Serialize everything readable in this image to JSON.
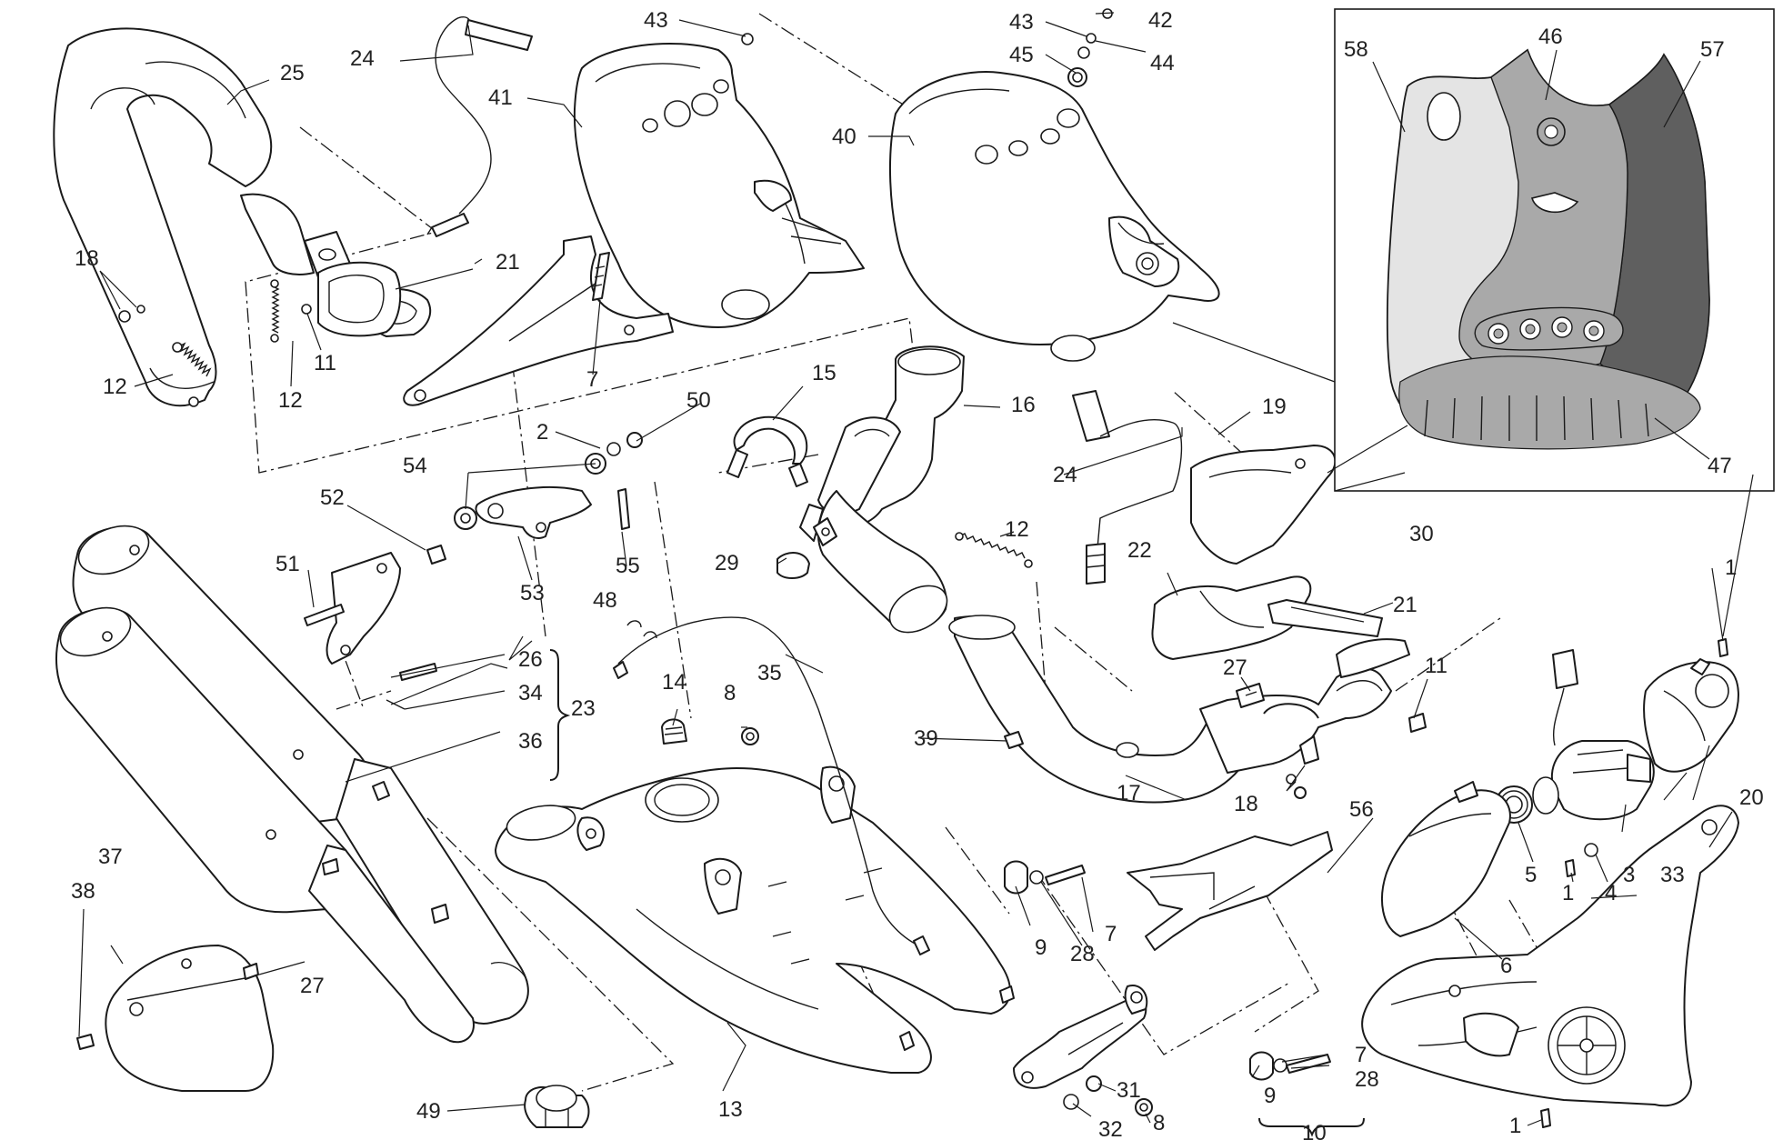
{
  "labels": {
    "l1a": "1",
    "l1b": "1",
    "l1c": "1",
    "l2": "2",
    "l3": "3",
    "l4": "4",
    "l5": "5",
    "l6": "6",
    "l7a": "7",
    "l7b": "7",
    "l7c": "7",
    "l8a": "8",
    "l8b": "8",
    "l9a": "9",
    "l9b": "9",
    "l10": "10",
    "l11a": "11",
    "l11b": "11",
    "l12a": "12",
    "l12b": "12",
    "l12c": "12",
    "l13": "13",
    "l14": "14",
    "l15": "15",
    "l16": "16",
    "l17": "17",
    "l18a": "18",
    "l18b": "18",
    "l19": "19",
    "l20": "20",
    "l21a": "21",
    "l21b": "21",
    "l22": "22",
    "l23": "23",
    "l24a": "24",
    "l24b": "24",
    "l25": "25",
    "l26": "26",
    "l27a": "27",
    "l27b": "27",
    "l28a": "28",
    "l28b": "28",
    "l29": "29",
    "l30": "30",
    "l31": "31",
    "l32": "32",
    "l33": "33",
    "l34": "34",
    "l35": "35",
    "l36": "36",
    "l37": "37",
    "l38": "38",
    "l39": "39",
    "l40": "40",
    "l41": "41",
    "l42": "42",
    "l43a": "43",
    "l43b": "43",
    "l44": "44",
    "l45": "45",
    "l46": "46",
    "l47": "47",
    "l48": "48",
    "l49": "49",
    "l50": "50",
    "l51": "51",
    "l52": "52",
    "l53": "53",
    "l54": "54",
    "l55": "55",
    "l56": "56",
    "l57": "57",
    "l58": "58"
  },
  "colors": {
    "line": "#1a1a1a",
    "background": "#ffffff",
    "inset_light_shade": "#e4e4e4",
    "inset_mid_shade": "#a9a9a9",
    "inset_dark_shade": "#5f5f5f"
  }
}
